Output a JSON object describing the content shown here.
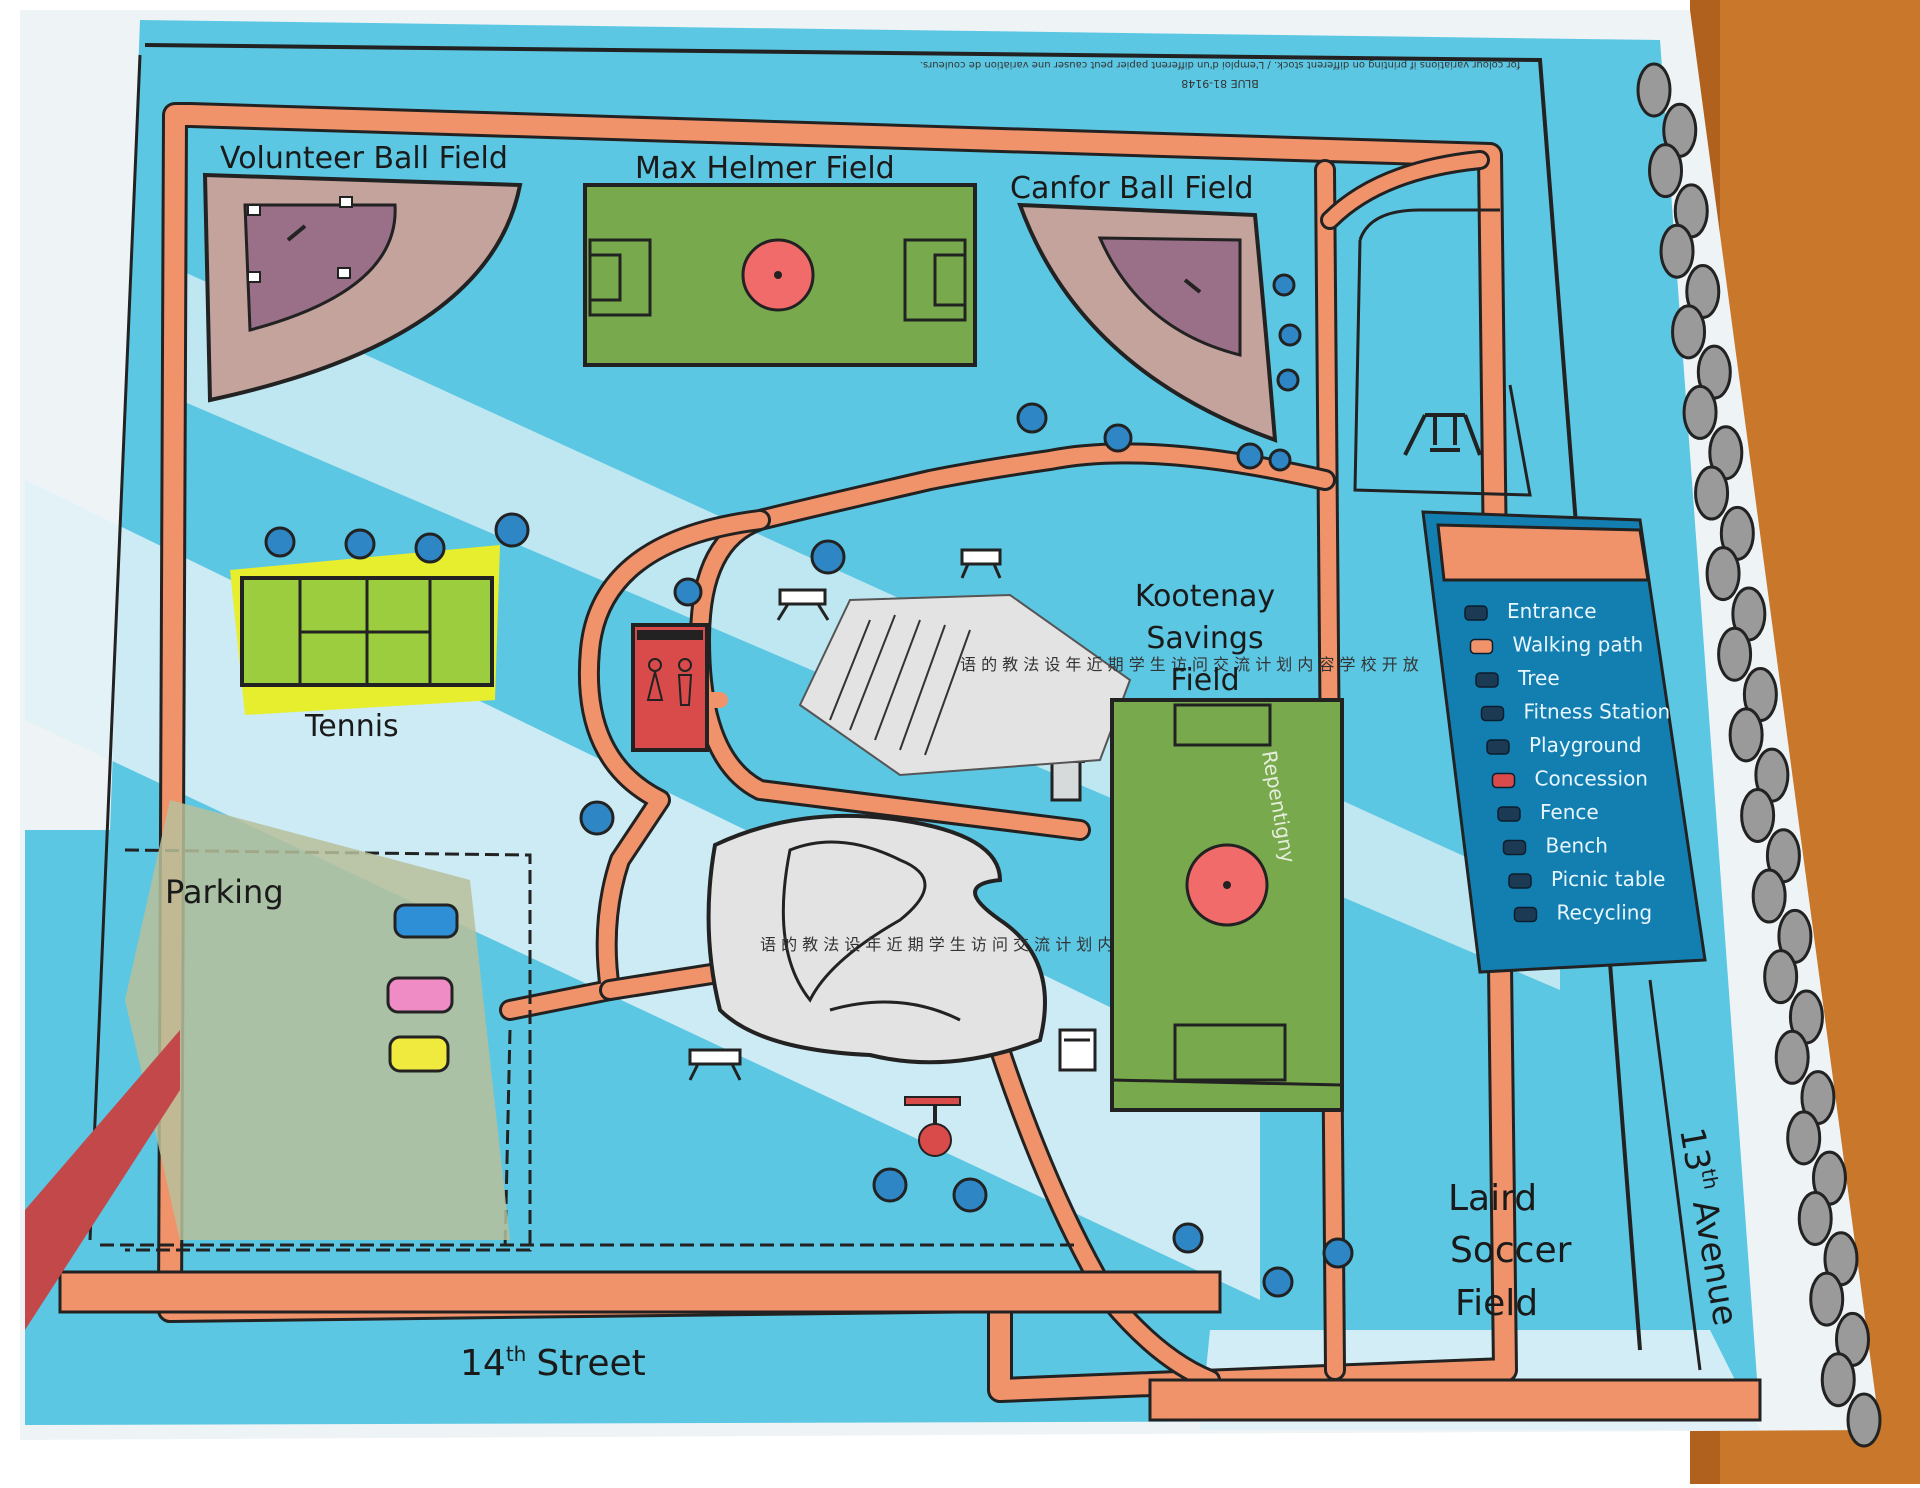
{
  "colors": {
    "water_blue": "#5cc7e3",
    "path_orange": "#f0936b",
    "field_green": "#78a94c",
    "infield_purple": "#9a6f88",
    "ballfield_tan": "#c3a39c",
    "tennis_yellow": "#e6ee2e",
    "tennis_green": "#9ccd3f",
    "legend_blue": "#137fb1",
    "concession_red": "#d94b4b",
    "wood": "#c9772a"
  },
  "labels": {
    "volunteer_ball_field": "Volunteer Ball Field",
    "max_helmer_field": "Max Helmer Field",
    "canfor_ball_field": "Canfor Ball Field",
    "tennis": "Tennis",
    "kootenay_line1": "Kootenay",
    "kootenay_line2": "Savings",
    "kootenay_line3": "Field",
    "parking": "Parking",
    "laird_line1": "Laird",
    "laird_line2": "Soccer",
    "laird_line3": "Field",
    "street_14_num": "14",
    "street_14_sup": "th",
    "street_14_word": "Street",
    "avenue_13_num": "13",
    "avenue_13_sup": "th",
    "avenue_13_word": "Avenue",
    "repentigny": "Repentigny",
    "print_note_1": "BLUE 81-9148",
    "print_note_2": "for colour variations if printing on different stock. / L'emploi d'un different papier peut causer une variation de couleurs.",
    "chinese_text": "语 的 教 法 设 年 近 期 学 生 访 问 交 流 计 划 内 容 学 校 开 放"
  },
  "legend": {
    "items": [
      {
        "label": "Entrance",
        "icon": "entrance-icon"
      },
      {
        "label": "Walking path",
        "icon": "walking-path-icon"
      },
      {
        "label": "Tree",
        "icon": "tree-icon"
      },
      {
        "label": "Fitness Station",
        "icon": "fitness-station-icon"
      },
      {
        "label": "Playground",
        "icon": "playground-icon"
      },
      {
        "label": "Concession",
        "icon": "concession-icon"
      },
      {
        "label": "Fence",
        "icon": "fence-icon"
      },
      {
        "label": "Bench",
        "icon": "bench-icon"
      },
      {
        "label": "Picnic table",
        "icon": "picnic-table-icon"
      },
      {
        "label": "Recycling",
        "icon": "recycling-icon"
      }
    ]
  }
}
